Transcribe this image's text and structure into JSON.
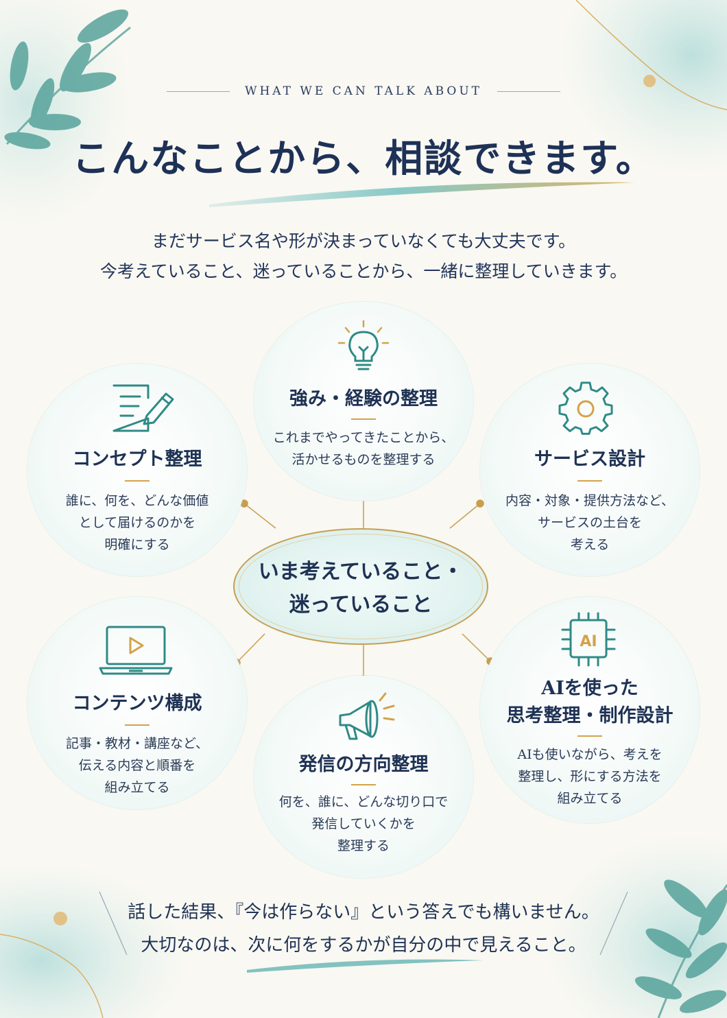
{
  "header": {
    "eyebrow": "WHAT WE CAN TALK ABOUT",
    "title": "こんなことから、相談できます。"
  },
  "intro": {
    "line1": "まだサービス名や形が決まっていなくても大丈夫です。",
    "line2": "今考えていること、迷っていることから、一緒に整理していきます。"
  },
  "center": {
    "line1": "いま考えていること・",
    "line2": "迷っていること"
  },
  "topics": {
    "strengths": {
      "title": "強み・経験の整理",
      "desc1": "これまでやってきたことから、",
      "desc2": "活かせるものを整理する",
      "icon": "lightbulb-icon"
    },
    "concept": {
      "title": "コンセプト整理",
      "desc1": "誰に、何を、どんな価値",
      "desc2": "として届けるのかを",
      "desc3": "明確にする",
      "icon": "document-pen-icon"
    },
    "service": {
      "title": "サービス設計",
      "desc1": "内容・対象・提供方法など、",
      "desc2": "サービスの土台を",
      "desc3": "考える",
      "icon": "gear-icon"
    },
    "content": {
      "title": "コンテンツ構成",
      "desc1": "記事・教材・講座など、",
      "desc2": "伝える内容と順番を",
      "desc3": "組み立てる",
      "icon": "laptop-play-icon"
    },
    "outreach": {
      "title": "発信の方向整理",
      "desc1": "何を、誰に、どんな切り口で",
      "desc2": "発信していくかを",
      "desc3": "整理する",
      "icon": "megaphone-icon"
    },
    "ai": {
      "title1": "AIを使った",
      "title2": "思考整理・制作設計",
      "desc1": "AIも使いながら、考えを",
      "desc2": "整理し、形にする方法を",
      "desc3": "組み立てる",
      "icon": "ai-chip-icon",
      "chip_label": "AI"
    }
  },
  "closing": {
    "line1": "話した結果、『今は作らない』という答えでも構いません。",
    "line2": "大切なのは、次に何をするかが自分の中で見えること。"
  },
  "colors": {
    "navy": "#1f3254",
    "teal": "#2f8a86",
    "gold": "#d4a24a",
    "background": "#f9f8f2"
  }
}
